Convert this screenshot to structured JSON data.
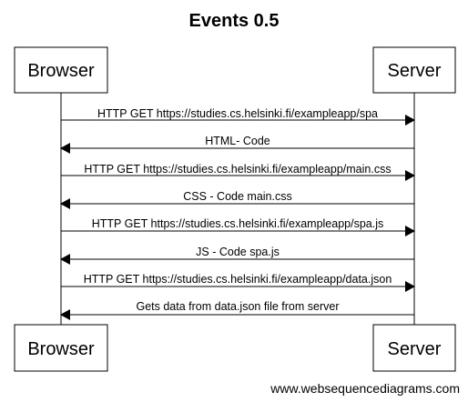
{
  "diagram": {
    "title": "Events 0.5",
    "footer": "www.websequencediagrams.com",
    "participants": [
      {
        "id": "browser",
        "label": "Browser"
      },
      {
        "id": "server",
        "label": "Server"
      }
    ],
    "messages": [
      {
        "from": "browser",
        "to": "server",
        "label": "HTTP GET https://studies.cs.helsinki.fi/exampleapp/spa"
      },
      {
        "from": "server",
        "to": "browser",
        "label": "HTML- Code"
      },
      {
        "from": "browser",
        "to": "server",
        "label": "HTTP GET https://studies.cs.helsinki.fi/exampleapp/main.css"
      },
      {
        "from": "server",
        "to": "browser",
        "label": "CSS - Code main.css"
      },
      {
        "from": "browser",
        "to": "server",
        "label": "HTTP GET https://studies.cs.helsinki.fi/exampleapp/spa.js"
      },
      {
        "from": "server",
        "to": "browser",
        "label": "JS - Code spa.js"
      },
      {
        "from": "browser",
        "to": "server",
        "label": "HTTP GET https://studies.cs.helsinki.fi/exampleapp/data.json"
      },
      {
        "from": "server",
        "to": "browser",
        "label": "Gets data from data.json file from server"
      }
    ]
  }
}
